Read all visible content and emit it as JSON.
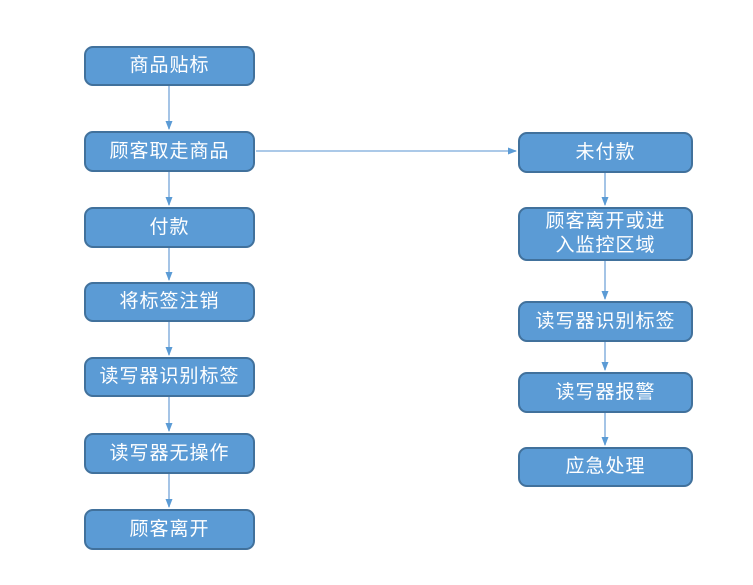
{
  "colors": {
    "background": "#FFFFFF",
    "node_fill": "#5B9BD5",
    "node_border": "#41719C",
    "arrow_line": "#7EABDB",
    "arrow_head": "#5B9BD5",
    "node_text": "#FFFFFF"
  },
  "flowchart": {
    "left_column": {
      "nodes": [
        {
          "id": "product-labeling",
          "label": "商品贴标"
        },
        {
          "id": "customer-takes",
          "label": "顾客取走商品"
        },
        {
          "id": "payment",
          "label": "付款"
        },
        {
          "id": "deactivate-tag",
          "label": "将标签注销"
        },
        {
          "id": "reader-identify-tag",
          "label": "读写器识别标签"
        },
        {
          "id": "reader-no-operation",
          "label": "读写器无操作"
        },
        {
          "id": "customer-leaves",
          "label": "顾客离开"
        }
      ]
    },
    "right_column": {
      "nodes": [
        {
          "id": "unpaid",
          "label": "未付款"
        },
        {
          "id": "leave-or-enter-monitor",
          "label": "顾客离开或进入监控区域"
        },
        {
          "id": "reader-identify-tag-2",
          "label": "读写器识别标签"
        },
        {
          "id": "reader-alarm",
          "label": "读写器报警"
        },
        {
          "id": "emergency-handling",
          "label": "应急处理"
        }
      ]
    },
    "edges": [
      {
        "from": "product-labeling",
        "to": "customer-takes"
      },
      {
        "from": "customer-takes",
        "to": "payment"
      },
      {
        "from": "payment",
        "to": "deactivate-tag"
      },
      {
        "from": "deactivate-tag",
        "to": "reader-identify-tag"
      },
      {
        "from": "reader-identify-tag",
        "to": "reader-no-operation"
      },
      {
        "from": "reader-no-operation",
        "to": "customer-leaves"
      },
      {
        "from": "customer-takes",
        "to": "unpaid"
      },
      {
        "from": "unpaid",
        "to": "leave-or-enter-monitor"
      },
      {
        "from": "leave-or-enter-monitor",
        "to": "reader-identify-tag-2"
      },
      {
        "from": "reader-identify-tag-2",
        "to": "reader-alarm"
      },
      {
        "from": "reader-alarm",
        "to": "emergency-handling"
      }
    ]
  }
}
